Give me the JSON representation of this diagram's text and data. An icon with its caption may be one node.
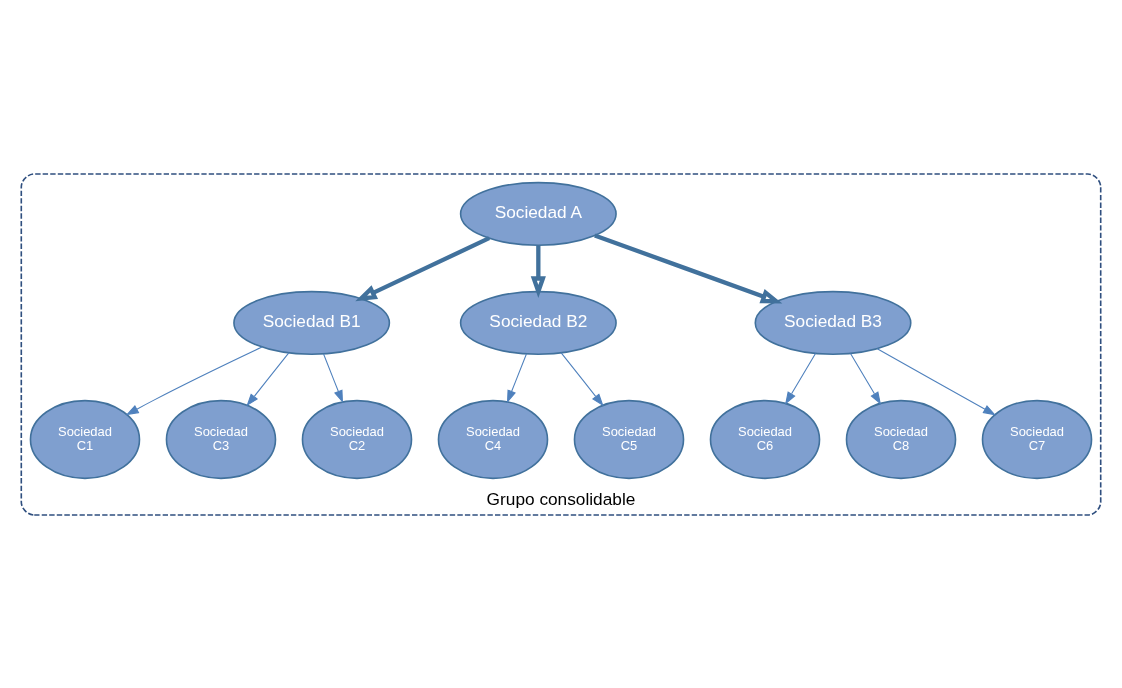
{
  "diagram": {
    "nodes": [
      {
        "text": [
          "Grupo consolidable"
        ]
      },
      {
        "text": [
          "Sociedad A"
        ],
        "in": 0
      },
      {
        "text": [
          "Sociedad B1"
        ],
        "in": 0
      },
      {
        "text": [
          "Sociedad B2"
        ],
        "in": 0
      },
      {
        "text": [
          "Sociedad B3"
        ],
        "in": 0
      },
      {
        "text": [
          "Sociedad C1"
        ],
        "in": 0
      },
      {
        "text": [
          "Sociedad C3"
        ],
        "in": 0
      },
      {
        "text": [
          "Sociedad C2"
        ],
        "in": 0
      },
      {
        "text": [
          "Sociedad C4"
        ],
        "in": 0
      },
      {
        "text": [
          "Sociedad C5"
        ],
        "in": 0
      },
      {
        "text": [
          "Sociedad C6"
        ],
        "in": 0
      },
      {
        "text": [
          "Sociedad C8"
        ],
        "in": 0
      },
      {
        "text": [
          "Sociedad C7"
        ],
        "in": 0
      }
    ],
    "edges": [
      {
        "from": 1,
        "to": 2,
        "arrow": "to",
        "style": "thick"
      },
      {
        "from": 1,
        "to": 3,
        "arrow": "to",
        "style": "thick"
      },
      {
        "from": 1,
        "to": 4,
        "arrow": "to",
        "style": "thick"
      },
      {
        "from": 2,
        "to": 5,
        "arrow": "to"
      },
      {
        "from": 2,
        "to": 7,
        "arrow": "to"
      },
      {
        "from": 2,
        "to": 6,
        "arrow": "to"
      },
      {
        "from": 3,
        "to": 8,
        "arrow": "to"
      },
      {
        "from": 3,
        "to": 9,
        "arrow": "to"
      },
      {
        "from": 4,
        "to": 10,
        "arrow": "to"
      },
      {
        "from": 4,
        "to": 12,
        "arrow": "to"
      },
      {
        "from": 4,
        "to": 11,
        "arrow": "to"
      }
    ]
  }
}
